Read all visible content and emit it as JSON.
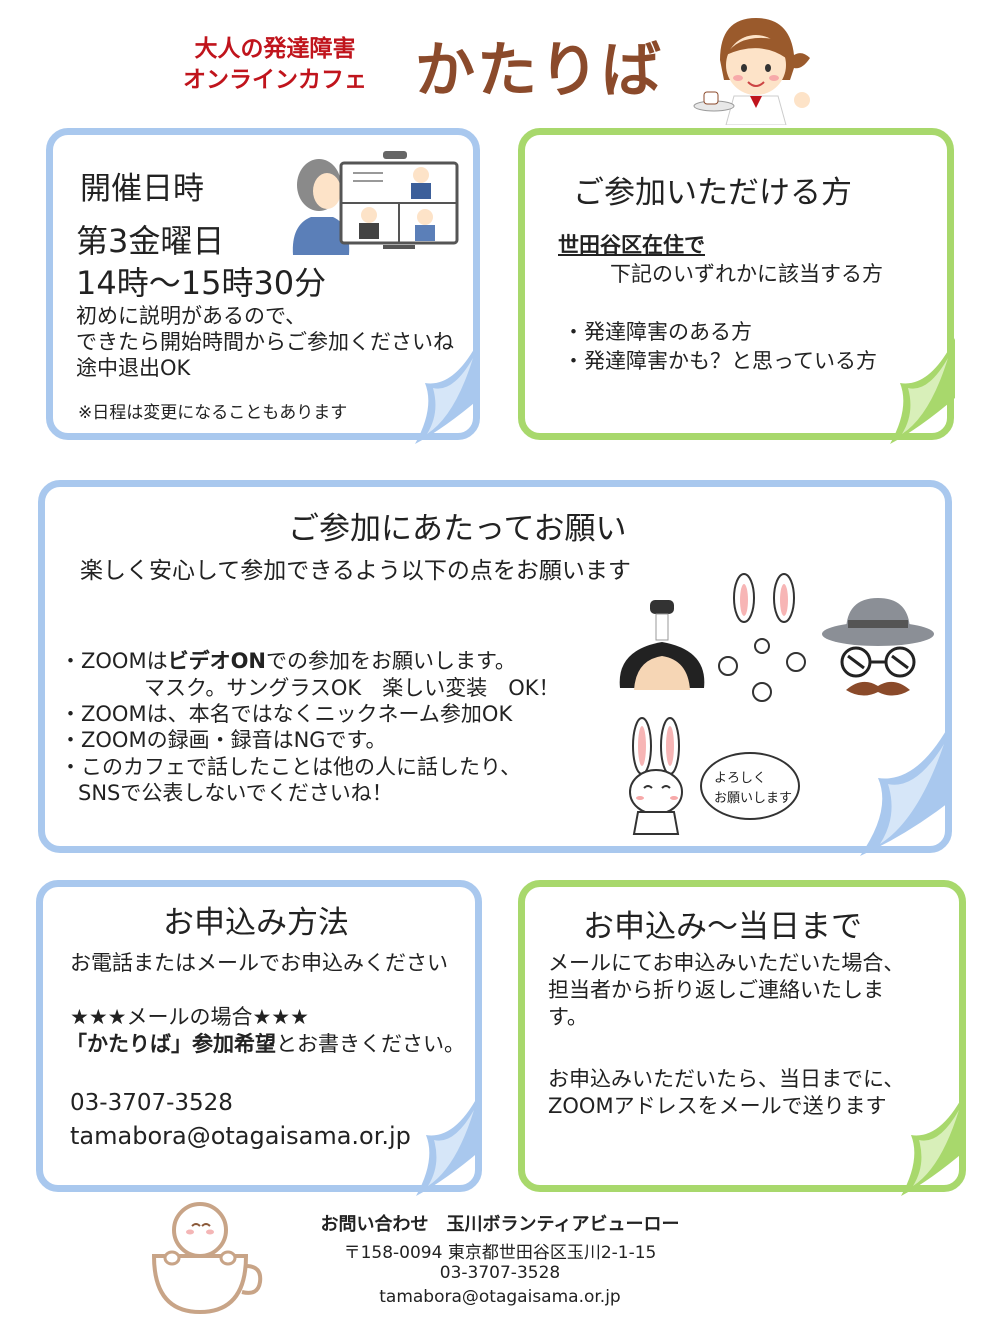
{
  "header": {
    "subtitle_line1": "大人の発達障害",
    "subtitle_line2": "オンラインカフェ",
    "title": "かたりば"
  },
  "schedule": {
    "heading": "開催日時",
    "day": "第3金曜日",
    "time": "14時～15時30分",
    "note_line1": "初めに説明があるので、",
    "note_line2": "できたら開始時間からご参加くださいね",
    "note_line3": "途中退出OK",
    "disclaimer": "※日程は変更になることもあります"
  },
  "eligibility": {
    "heading": "ご参加いただける方",
    "area": "世田谷区在住で",
    "condition": "下記のいずれかに該当する方",
    "items": [
      "・発達障害のある方",
      "・発達障害かも？と思っている方"
    ]
  },
  "requests": {
    "heading": "ご参加にあたってお願い",
    "intro": "楽しく安心して参加できるよう以下の点をお願います",
    "line1_pre": "・ZOOMは",
    "line1_bold": "ビデオON",
    "line1_post": "での参加をお願いします。",
    "line2": "マスク。サングラスOK　楽しい変装　OK！",
    "line3": "・ZOOMは、本名ではなくニックネーム参加OK",
    "line4": "・ZOOMの録画・録音はNGです。",
    "line5": "・このカフェで話したことは他の人に話したり、",
    "line6": "SNSで公表しないでくださいね！",
    "bubble_line1": "よろしく",
    "bubble_line2": "お願いします"
  },
  "apply": {
    "heading": "お申込み方法",
    "line1": "お電話またはメールでお申込みください",
    "mail_header": "★★★メールの場合★★★",
    "mail_bold": "「かたりば」参加希望",
    "mail_rest": "とお書きください。",
    "phone": "03-3707-3528",
    "email": "tamabora@otagaisama.or.jp"
  },
  "until_day": {
    "heading": "お申込み～当日まで",
    "line1": "メールにてお申込みいただいた場合、",
    "line2": "担当者から折り返しご連絡いたしま",
    "line3": "す。",
    "line4": "お申込みいただいたら、当日までに、",
    "line5": "ZOOMアドレスをメールで送ります"
  },
  "footer": {
    "contact": "お問い合わせ　玉川ボランティアビューロー",
    "address": "〒158-0094 東京都世田谷区玉川2-1-15",
    "phone": "03-3707-3528",
    "email": "tamabora@otagaisama.or.jp"
  },
  "colors": {
    "blue_frame": "#a9c8ee",
    "green_frame": "#a8d86c",
    "title_brown": "#8b4a2b",
    "subtitle_red": "#c0141c"
  }
}
